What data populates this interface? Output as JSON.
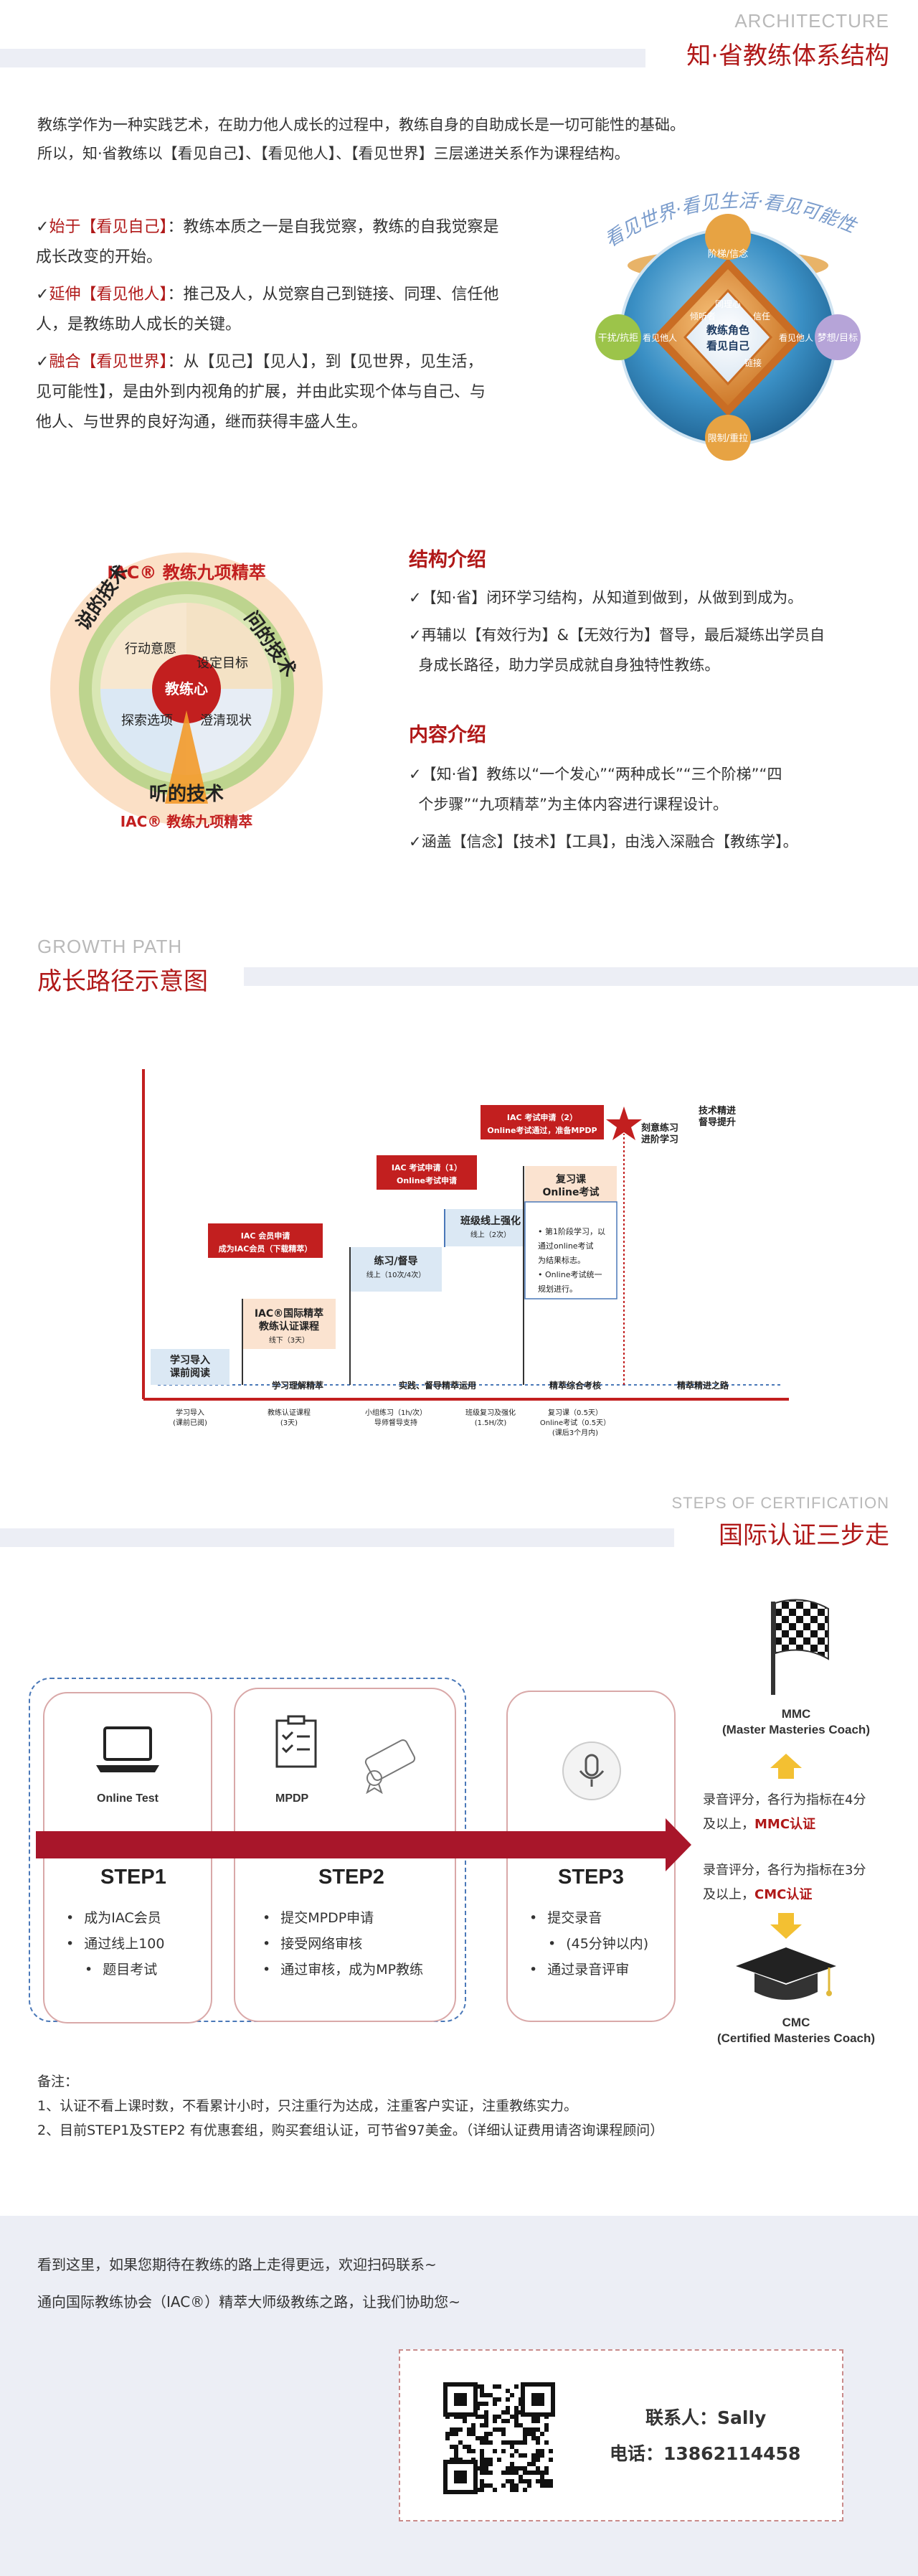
{
  "section1": {
    "en": "ARCHITECTURE",
    "cn": "知·省教练体系结构",
    "intro": [
      "教练学作为一种实践艺术，在助力他人成长的过程中，教练自身的自助成长是一切可能性的基础。",
      "所以，知·省教练以【看见自己】、【看见他人】、【看见世界】三层递进关系作为课程结构。"
    ],
    "points": [
      {
        "head": "始于【看见自己】",
        "lines": [
          "：教练本质之一是自我觉察，教练的自我觉察是",
          "成长改变的开始。"
        ]
      },
      {
        "head": "延伸【看见他人】",
        "lines": [
          "：推己及人，从觉察自己到链接、同理、信任他",
          "人，是教练助人成长的关键。"
        ]
      },
      {
        "head": "融合【看见世界】",
        "lines": [
          "：从【见己】【见人】，到【见世界，见生活，",
          "见可能性】，是由外到内视角的扩展，并由此实现个体与自己、与",
          "他人、与世界的良好沟通，继而获得丰盛人生。"
        ]
      }
    ],
    "globe": {
      "arc_text": "看见世界·看见生活·看见可能性",
      "center": [
        "教练角色",
        "看见自己"
      ],
      "labels": [
        "阶梯/信念",
        "干扰/抗拒",
        "梦想/目标",
        "限制/重拉",
        "同理心",
        "信任",
        "链接",
        "倾听者",
        "看见他人",
        "看见他人"
      ]
    }
  },
  "section2": {
    "wheel": {
      "title": "IAC® 教练九项精萃",
      "bottom": "IAC® 教练九项精萃",
      "center": "教练心",
      "outer": [
        "说的技术",
        "问的技术",
        "听的技术"
      ],
      "inner": [
        "行动意愿",
        "设定目标",
        "探索选项",
        "澄清现状"
      ]
    },
    "structure_h": "结构介绍",
    "structure": [
      [
        "【知·省】闭环学习结构，从知道到做到，从做到到成为。"
      ],
      [
        "再辅以【有效行为】&【无效行为】督导，最后凝练出学员自",
        "身成长路径，助力学员成就自身独特性教练。"
      ]
    ],
    "content_h": "内容介绍",
    "content": [
      [
        "【知·省】教练以“一个发心”“两种成长”“三个阶梯”“四",
        "个步骤”“九项精萃”为主体内容进行课程设计。"
      ],
      [
        "涵盖【信念】【技术】【工具】，由浅入深融合【教练学】。"
      ]
    ]
  },
  "section3": {
    "en": "GROWTH PATH",
    "cn": "成长路径示意图",
    "chart": {
      "steps": [
        {
          "name": [
            "学习导入",
            "课前阅读"
          ]
        },
        {
          "name": [
            "IAC®国际精萃",
            "教练认证课程"
          ],
          "sub": "线下（3天）"
        },
        {
          "name": [
            "练习/督导"
          ],
          "sub": "线上（10次/4次）"
        },
        {
          "name": [
            "班级线上强化"
          ],
          "sub": "线上（2次）"
        },
        {
          "name": [
            "复习课",
            "Online考试"
          ]
        }
      ],
      "review_notes": [
        "• 第1阶段学习，以",
        "通过online考试",
        "为结果标志。",
        "• Online考试统一",
        "规划进行。"
      ],
      "tags": [
        {
          "lines": [
            "IAC 会员申请",
            "成为IAC会员（下载精萃）"
          ]
        },
        {
          "lines": [
            "IAC 考试申请（1）",
            "Online考试申请"
          ]
        },
        {
          "lines": [
            "IAC 考试申请（2）",
            "Online考试通过，准备MPDP"
          ]
        }
      ],
      "after_star": [
        "刻意练习",
        "进阶学习"
      ],
      "far_right": [
        "技术精进",
        "督导提升"
      ],
      "phases": [
        "学习理解精萃",
        "实践、督导精萃运用",
        "精萃综合考核",
        "精萃精进之路"
      ],
      "xlabels": [
        [
          "学习导入",
          "(课前已阅)"
        ],
        [
          "教练认证课程",
          "(3天)"
        ],
        [
          "小组练习（1h/次）",
          "导师督导支持"
        ],
        [
          "班级复习及强化",
          "(1.5H/次)"
        ],
        [
          "复习课（0.5天）",
          "Online考试（0.5天）",
          "(课后3个月内)"
        ]
      ]
    }
  },
  "section4": {
    "en": "STEPS OF CERTIFICATION",
    "cn": "国际认证三步走",
    "steps": [
      {
        "icon_label": "Online Test",
        "title": "STEP1",
        "items": [
          "成为IAC会员",
          "通过线上100",
          "题目考试"
        ]
      },
      {
        "icon_label": "MPDP",
        "title": "STEP2",
        "items": [
          "提交MPDP申请",
          "接受网络审核",
          "通过审核，成为MP教练"
        ]
      },
      {
        "icon_label": "",
        "title": "STEP3",
        "items": [
          "提交录音",
          "(45分钟以内)",
          "通过录音评审"
        ]
      }
    ],
    "mmc": [
      "MMC",
      "(Master Masteries Coach)"
    ],
    "mmc_req": [
      "录音评分，各行为指标在4分",
      "及以上，"
    ],
    "mmc_tag": "MMC认证",
    "cmc_req": [
      "录音评分，各行为指标在3分",
      "及以上，"
    ],
    "cmc_tag": "CMC认证",
    "cmc": [
      "CMC",
      "(Certified Masteries Coach)"
    ],
    "notes_title": "备注：",
    "notes": [
      "1、认证不看上课时数，不看累计小时，只注重行为达成，注重客户实证，注重教练实力。",
      "2、目前STEP1及STEP2 有优惠套组，购买套组认证，可节省97美金。（详细认证费用请咨询课程顾问）"
    ]
  },
  "footer": {
    "lines": [
      "看到这里，如果您期待在教练的路上走得更远，欢迎扫码联系~",
      "通向国际教练协会（IAC®）精萃大师级教练之路，让我们协助您~"
    ],
    "contact": "联系人：Sally",
    "phone": "电话：13862114458"
  },
  "colors": {
    "accent": "#b01818",
    "band": "#eceef5",
    "chart_blue": "#dbe8f4"
  }
}
